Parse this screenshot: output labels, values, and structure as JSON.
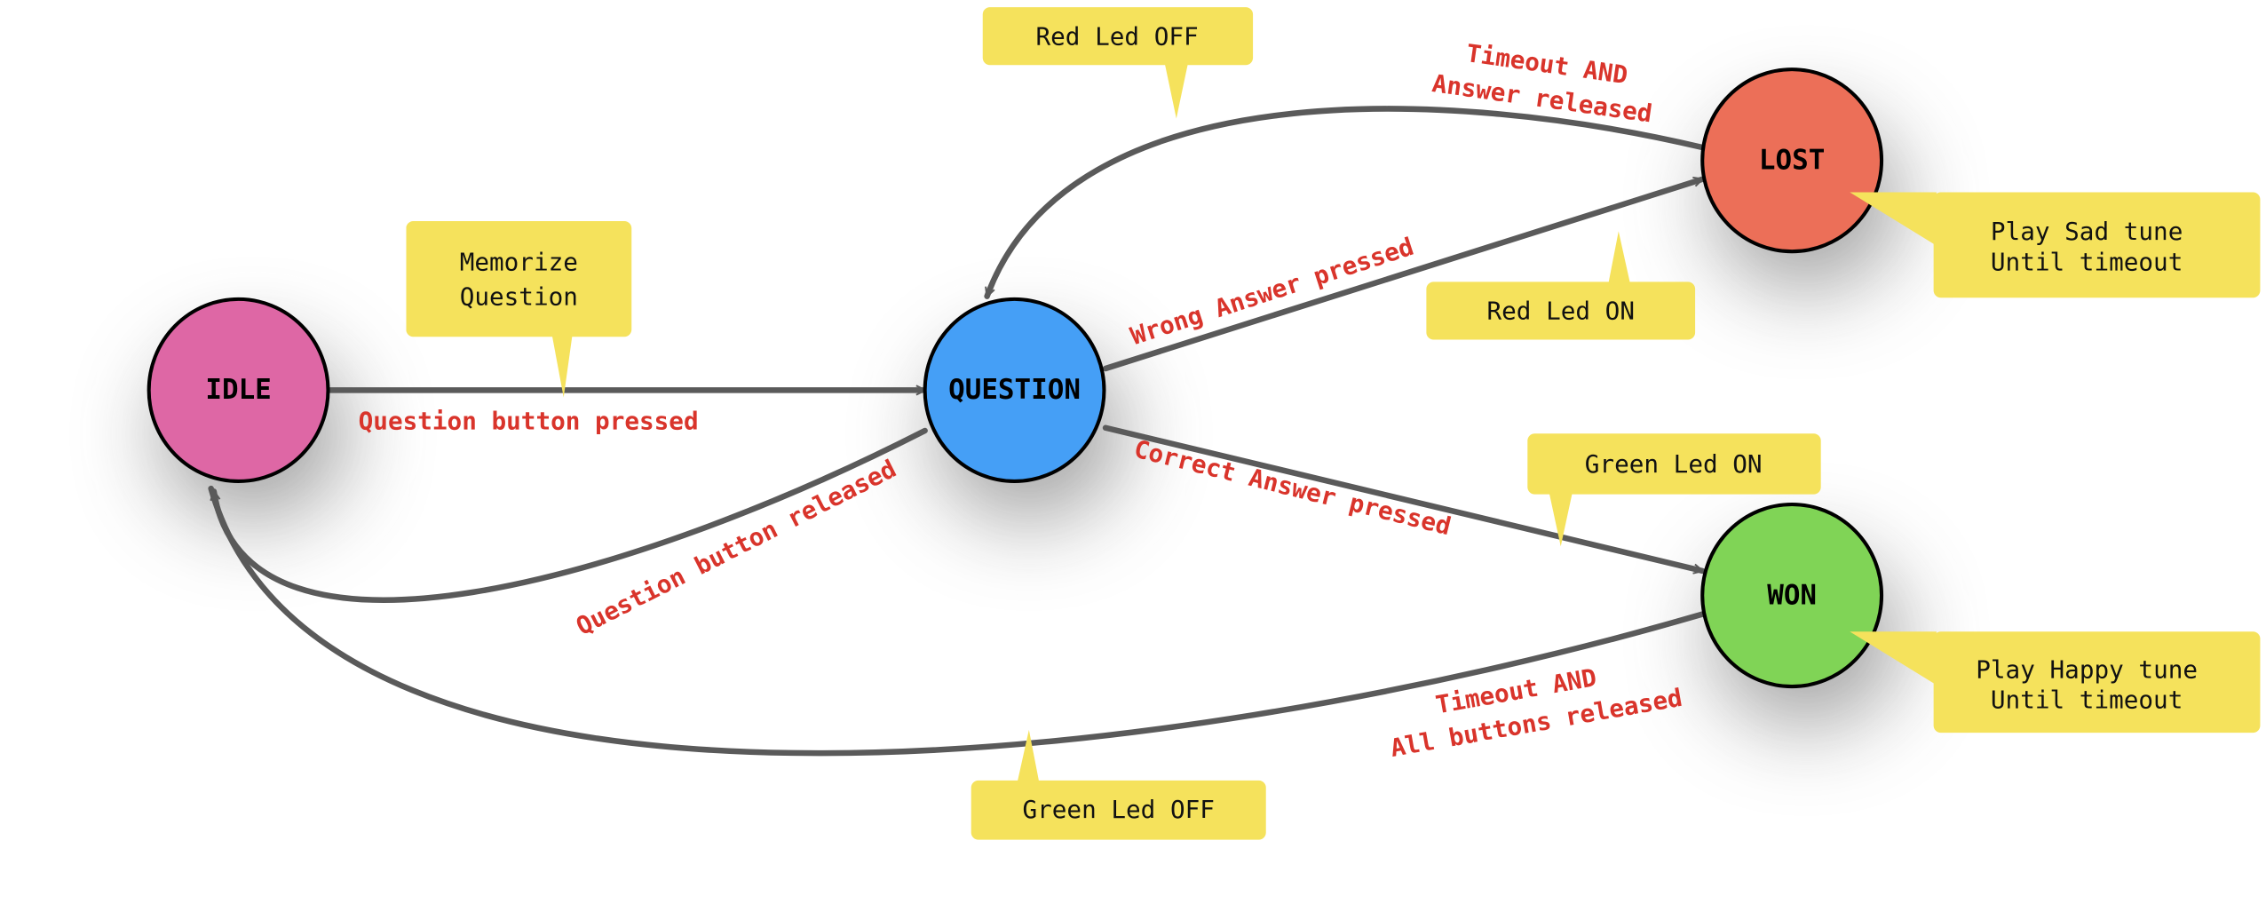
{
  "colors": {
    "idle": "#de67a5",
    "question": "#459ff6",
    "lost": "#ec6f58",
    "won": "#80d456",
    "note": "#f5e25c",
    "edge_label": "#d9342b",
    "edge": "#5a5a5a"
  },
  "states": {
    "idle": "IDLE",
    "question": "QUESTION",
    "lost": "LOST",
    "won": "WON"
  },
  "transitions": {
    "idle_to_question": "Question button pressed",
    "question_to_idle": "Question button released",
    "question_to_lost": "Wrong Answer pressed",
    "question_to_won": "Correct Answer pressed",
    "lost_to_question": [
      "Timeout AND",
      "Answer released"
    ],
    "won_to_idle": [
      "Timeout AND",
      "All buttons released"
    ]
  },
  "notes": {
    "memorize": [
      "Memorize",
      "Question"
    ],
    "red_led_off": "Red Led OFF",
    "red_led_on": "Red Led ON",
    "sad_tune": [
      "Play Sad tune",
      "Until timeout"
    ],
    "green_led_on": "Green Led ON",
    "happy_tune": [
      "Play Happy tune",
      "Until timeout"
    ],
    "green_led_off": "Green Led OFF"
  }
}
